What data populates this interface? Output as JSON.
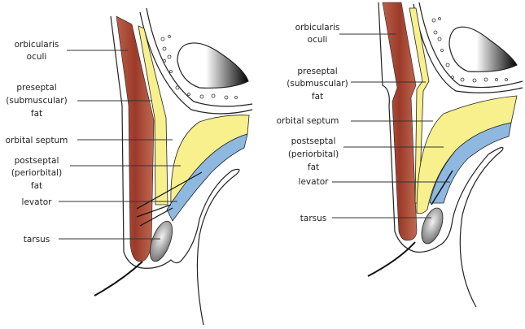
{
  "panels": [
    {
      "labels": {
        "orbicularis": [
          "orbicularis",
          "oculi"
        ],
        "preseptal": [
          "preseptal",
          "(submuscular)",
          "fat"
        ],
        "septum": [
          "orbital septum"
        ],
        "postseptal": [
          "postseptal",
          "(periorbital)",
          "fat"
        ],
        "levator": [
          "levator"
        ],
        "tarsus": [
          "tarsus"
        ]
      }
    },
    {
      "labels": {
        "orbicularis": [
          "orbicularis",
          "oculi"
        ],
        "preseptal": [
          "preseptal",
          "(submuscular)",
          "fat"
        ],
        "septum": [
          "orbital septum"
        ],
        "postseptal": [
          "postseptal",
          "(periorbital)",
          "fat"
        ],
        "levator": [
          "levator"
        ],
        "tarsus": [
          "tarsus"
        ]
      }
    }
  ],
  "colors": {
    "muscle": "#a84a34",
    "fat": "#f7f08c",
    "levator": "#8fb8e0",
    "tarsus": "#9a9a9a"
  }
}
